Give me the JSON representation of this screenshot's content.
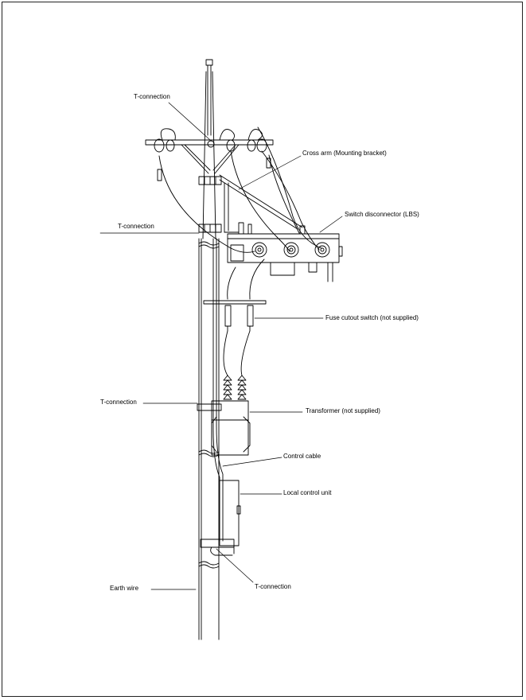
{
  "labels": {
    "t_connection_top": "T-connection",
    "cross_arm": "Cross arm (Mounting bracket)",
    "switch_disconnector": "Switch disconnector (LBS)",
    "t_connection_mid": "T-connection",
    "fuse_cutout": "Fuse cutout switch (not supplied)",
    "t_connection_lower": "T-connection",
    "transformer": "Transformer (not supplied)",
    "control_cable": "Control cable",
    "local_control_unit": "Local control unit",
    "earth_wire": "Earth wire",
    "t_connection_bottom": "T-connection"
  }
}
